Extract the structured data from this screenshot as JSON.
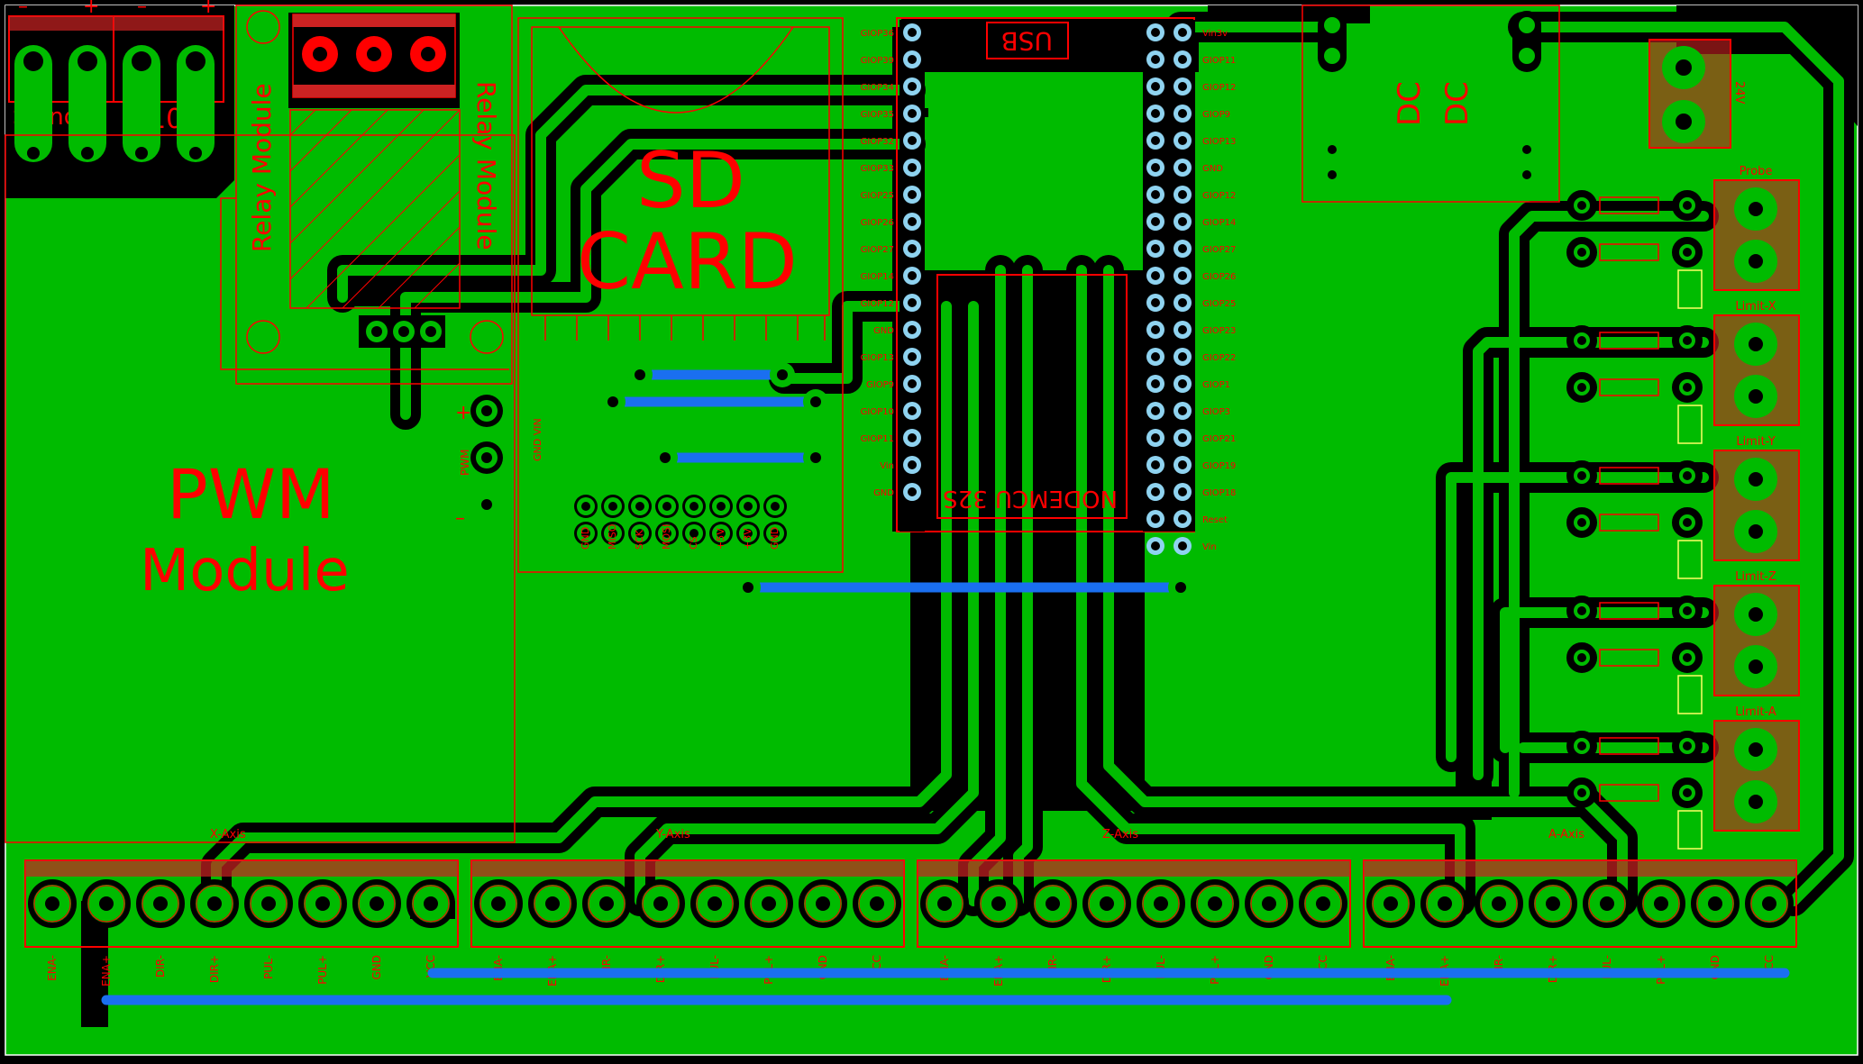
{
  "colors": {
    "background": "#000000",
    "copper": "#00bb00",
    "silkscreen": "#ff0000",
    "pad_ring": "#11c011",
    "jumper": "#1a6ff0",
    "header_pad": "#8fd3f0",
    "outline": "#ffffff"
  },
  "board": {
    "big_labels": {
      "sd_line1": "SD",
      "sd_line2": "CARD",
      "pwm_line1": "PWM",
      "pwm_line2": "Module",
      "dc_line1": "DC",
      "dc_line2": "DC",
      "relay_left": "Relay Module",
      "relay_right": "Relay Module",
      "usb": "USB",
      "nodemcu": "NODEMCU 32S",
      "spindel": "Spindel",
      "v110": "110V",
      "v24": "24V"
    },
    "terminal_signs": {
      "spindel_minus": "–",
      "spindel_plus": "+",
      "v110_minus": "–",
      "v110_plus": "+",
      "pwm_plus": "+",
      "pwm_pwm": "PWM",
      "pwm_minus": "–",
      "pwm_gnd_label": "GND VIN"
    },
    "sensor_labels": [
      "Probe",
      "Limit-X",
      "Limit-Y",
      "Limit-Z",
      "Limit-A"
    ],
    "axis_labels": [
      "X-Axis",
      "Y-Axis",
      "Z-Axis",
      "A-Axis"
    ],
    "driver_pins": [
      "ENA-",
      "ENA+",
      "DIR-",
      "DIR+",
      "PUL-",
      "PUL+",
      "GND",
      "VCC"
    ],
    "sd_pins": [
      "GND",
      "MISO",
      "SCK",
      "MOSI",
      "CS",
      "+5V",
      "+3V",
      "GND"
    ],
    "esp_left_pins": [
      "GIOP36",
      "GIOP39",
      "GIOP34",
      "GIOP35",
      "GIOP32",
      "GIOP33",
      "GIOP25",
      "GIOP26",
      "GIOP27",
      "GIOP14",
      "GIOP12",
      "GND",
      "GIOP13",
      "GIOP9",
      "GIOP10",
      "GIOP11",
      "Vin",
      "GND"
    ],
    "esp_right_pins": [
      "Vin3v",
      "GIOP11",
      "GIOP12",
      "GIOP9",
      "GIOP13",
      "GND",
      "GIOP12",
      "GIOP14",
      "GIOP27",
      "GIOP26",
      "GIOP25",
      "GIOP23",
      "GIOP22",
      "GIOP1",
      "GIOP3",
      "GIOP21",
      "GIOP19",
      "GIOP18",
      "Reset",
      "Vin"
    ]
  }
}
